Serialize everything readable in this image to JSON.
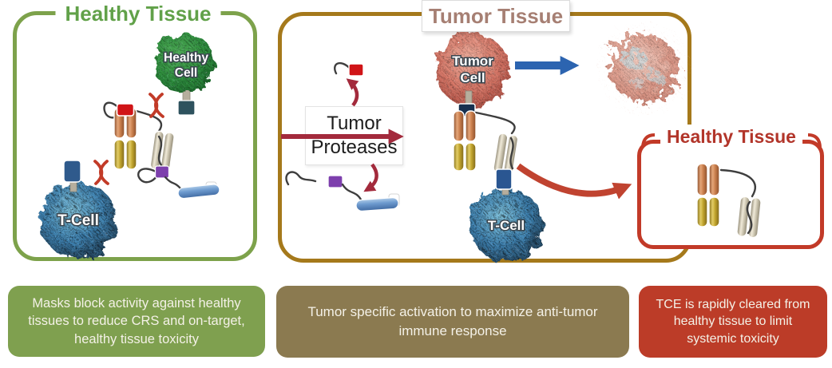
{
  "figure": {
    "healthy_panel": {
      "title": "Healthy Tissue",
      "healthy_cell": {
        "line1": "Healthy",
        "line2": "Cell"
      },
      "t_cell_label": "T-Cell",
      "caption": "Masks block activity against healthy tissues to reduce CRS and on-target, healthy tissue toxicity"
    },
    "tumor_panel": {
      "title": "Tumor Tissue",
      "proteases": {
        "line1": "Tumor",
        "line2": "Proteases"
      },
      "tumor_cell": {
        "line1": "Tumor",
        "line2": "Cell"
      },
      "t_cell_label": "T-Cell",
      "caption": "Tumor specific activation to maximize anti-tumor immune response"
    },
    "cleared_panel": {
      "title": "Healthy Tissue",
      "caption": "TCE is rapidly cleared from healthy tissue to limit systemic toxicity"
    },
    "colors": {
      "healthy_border": "#7da24b",
      "healthy_title": "#61a149",
      "tumor_border": "#a5791b",
      "tumor_title": "#a67f73",
      "cleared_border": "#c23a28",
      "cleared_title": "#b2352a",
      "protease_arrow": "#a32a3c",
      "clearance_arrow": "#c04330",
      "kill_arrow": "#2c64b0",
      "caption_healthy_bg": "#7fa04f",
      "caption_tumor_bg": "#8b7a50",
      "caption_cleared_bg": "#bc3c28"
    }
  }
}
